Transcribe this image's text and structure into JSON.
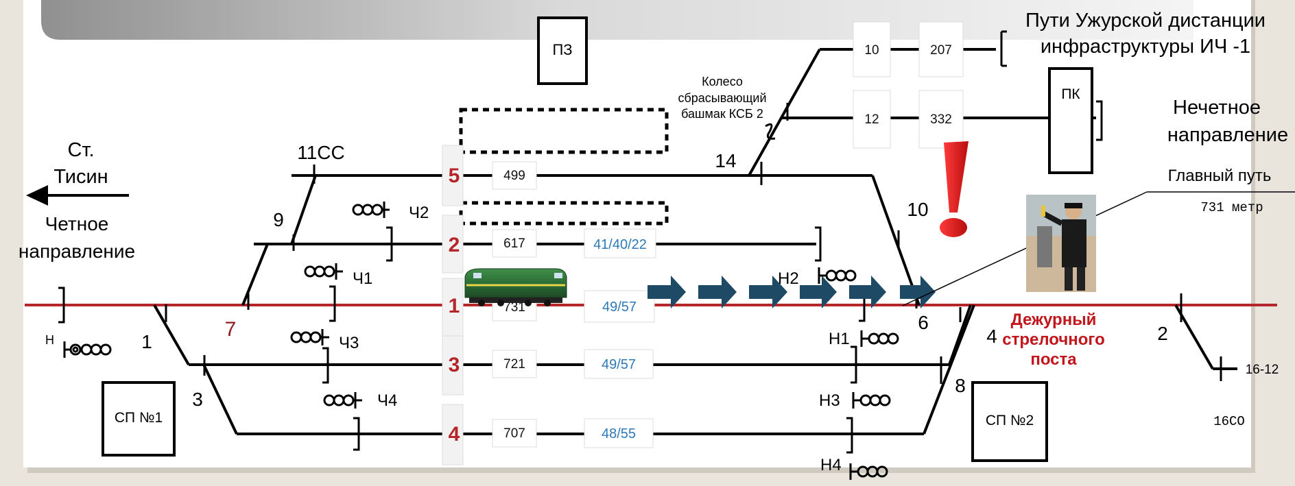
{
  "header": {
    "infra_line1": "Пути Ужурской дистанции",
    "infra_line2": "инфраструктуры ИЧ -1"
  },
  "directions": {
    "left_station_line1": "Ст.",
    "left_station_line2": "Тисин",
    "even_line1": "Четное",
    "even_line2": "направление",
    "odd_line1": "Нечетное",
    "odd_line2": "направление"
  },
  "buildings": {
    "pz": "ПЗ",
    "pk": "ПК",
    "sp1": "СП №1",
    "sp2": "СП №2"
  },
  "callouts": {
    "main_track_title": "Главный путь",
    "main_track_length": "731 метр",
    "derailer_line1": "Колесо",
    "derailer_line2": "сбрасывающий",
    "derailer_line3": "башмак КСБ 2"
  },
  "duty_post": {
    "line1": "Дежурный",
    "line2": "стрелочного",
    "line3": "поста"
  },
  "tracks": [
    {
      "number": "5",
      "length": "499",
      "stats": ""
    },
    {
      "number": "2",
      "length": "617",
      "stats": "41/40/22"
    },
    {
      "number": "1",
      "length": "731",
      "stats": "49/57"
    },
    {
      "number": "3",
      "length": "721",
      "stats": "49/57"
    },
    {
      "number": "4",
      "length": "707",
      "stats": "48/55"
    }
  ],
  "spur_tracks": [
    {
      "number": "10",
      "length": "207"
    },
    {
      "number": "12",
      "length": "332"
    }
  ],
  "switches": {
    "s11cc": "11СС",
    "s9": "9",
    "s7": "7",
    "s1": "1",
    "s3": "3",
    "s14": "14",
    "s10": "10",
    "s6": "6",
    "s8": "8",
    "s4": "4",
    "s2": "2",
    "s16_12": "16-12",
    "s16co": "16СО"
  },
  "signals": {
    "ch2": "Ч2",
    "ch1": "Ч1",
    "ch3": "Ч3",
    "ch4": "Ч4",
    "n": "Н",
    "n2": "Н2",
    "n1": "Н1",
    "n3": "Н3",
    "n4": "Н4"
  },
  "colors": {
    "main_track": "#b5262b",
    "track_number": "#b5262b",
    "stats_text": "#2f79b7",
    "arrow": "#1e4a66",
    "exclamation": "#d11a1a"
  }
}
